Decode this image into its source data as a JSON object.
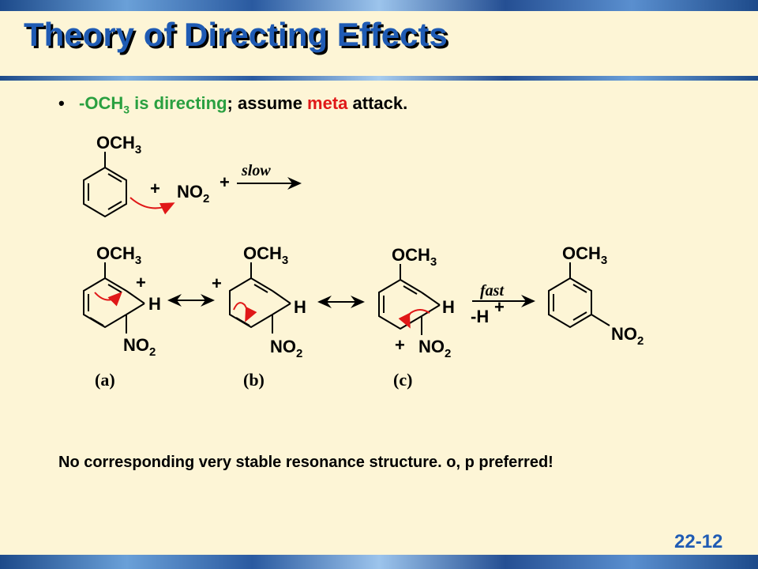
{
  "title": "Theory of Directing Effects",
  "bullet": {
    "mark": "•",
    "part1": "-OCH",
    "part1_sub": "3",
    "part2": " is directing",
    "part3": "; assume ",
    "part4": "meta",
    "part5": " attack."
  },
  "scheme": {
    "och": "OCH",
    "sub3": "3",
    "no": "NO",
    "sub2": "2",
    "h": "H",
    "plus": "+",
    "slow": "slow",
    "fast": "fast",
    "minus_h": "-H",
    "label_a": "(a)",
    "label_b": "(b)",
    "label_c": "(c)"
  },
  "note": "No corresponding  very stable resonance structure.  o, p preferred!",
  "slide_number": "22-12",
  "colors": {
    "title": "#1f5bb4",
    "green": "#2aa040",
    "red": "#e01818",
    "arrow_red": "#e01818",
    "background": "#fdf5d6"
  },
  "icons": {
    "bullet": "bullet-dot",
    "curved_arrow": "curved-arrow",
    "resonance_arrow": "double-headed-arrow",
    "reaction_arrow": "reaction-arrow"
  }
}
